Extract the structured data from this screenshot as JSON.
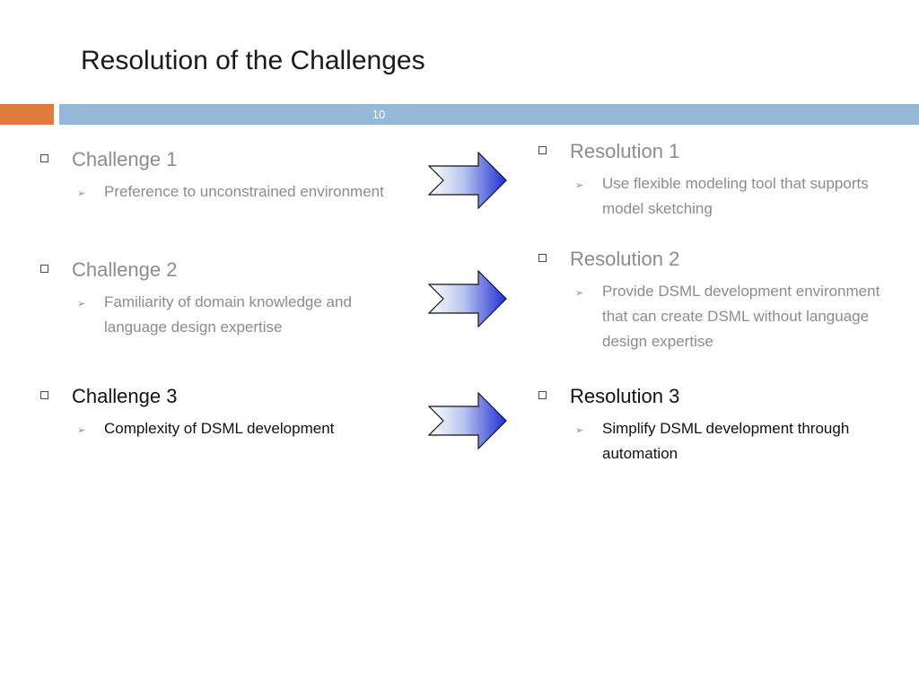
{
  "slide": {
    "title": "Resolution of the Challenges",
    "page_number": "10"
  },
  "challenges": [
    {
      "heading": "Challenge 1",
      "detail": "Preference to unconstrained environment"
    },
    {
      "heading": "Challenge 2",
      "detail": "Familiarity of domain knowledge and language design expertise"
    },
    {
      "heading": "Challenge 3",
      "detail": "Complexity of DSML development"
    }
  ],
  "resolutions": [
    {
      "heading": "Resolution 1",
      "detail": "Use flexible modeling tool that supports model sketching"
    },
    {
      "heading": "Resolution 2",
      "detail": "Provide DSML development environment that can create DSML without language design expertise"
    },
    {
      "heading": "Resolution 3",
      "detail": "Simplify DSML development through automation"
    }
  ],
  "colors": {
    "accent_orange": "#e07b3c",
    "accent_blue": "#94b8d8",
    "arrow_blue": "#1f2ed6",
    "muted_text": "#8c8c8c",
    "dark_text": "#111111"
  }
}
